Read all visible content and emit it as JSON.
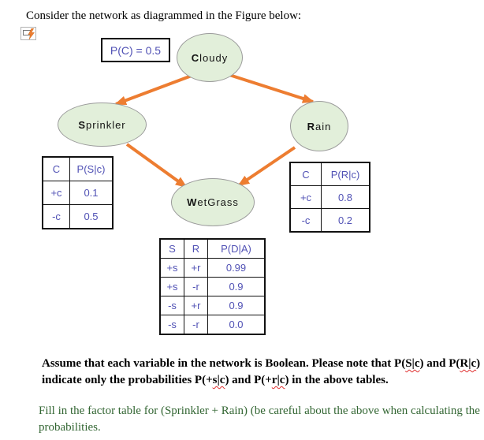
{
  "intro": "Consider the network as diagrammed in the Figure below:",
  "prior": {
    "label": "P(C) = 0.5"
  },
  "nodes": {
    "cloudy": "Cloudy",
    "sprinkler": "Sprinkler",
    "rain": "Rain",
    "wetgrass": "WetGrass"
  },
  "tables": {
    "sprinkler": {
      "headers": [
        "C",
        "P(S|c)"
      ],
      "rows": [
        [
          "+c",
          "0.1"
        ],
        [
          "-c",
          "0.5"
        ]
      ]
    },
    "rain": {
      "headers": [
        "C",
        "P(R|c)"
      ],
      "rows": [
        [
          "+c",
          "0.8"
        ],
        [
          "-c",
          "0.2"
        ]
      ]
    },
    "wetgrass": {
      "headers": [
        "S",
        "R",
        "P(D|A)"
      ],
      "rows": [
        [
          "+s",
          "+r",
          "0.99"
        ],
        [
          "+s",
          "-r",
          "0.9"
        ],
        [
          "-s",
          "+r",
          "0.9"
        ],
        [
          "-s",
          "-r",
          "0.0"
        ]
      ]
    }
  },
  "note": {
    "line1": [
      {
        "t": "Assume that each variable in the network is Boolean. Please note that P("
      },
      {
        "t": "S|c",
        "wavy": true
      },
      {
        "t": ") and P("
      },
      {
        "t": "R|c",
        "wavy": true
      },
      {
        "t": ")"
      }
    ],
    "line2": [
      {
        "t": "indicate only the probabilities P(+"
      },
      {
        "t": "s|c",
        "wavy": true
      },
      {
        "t": ") and P(+"
      },
      {
        "t": "r|c",
        "wavy": true
      },
      {
        "t": ") in the above tables."
      }
    ]
  },
  "question": {
    "line1": "Fill in the factor table for (Sprinkler + Rain) (be careful about the above when calculating the",
    "line2": "probabilities."
  },
  "colors": {
    "node_fill": "#e2efda",
    "node_border": "#9b9b9b",
    "arrow": "#ed7d31",
    "table_text": "#5152b5",
    "question_text": "#336633"
  }
}
